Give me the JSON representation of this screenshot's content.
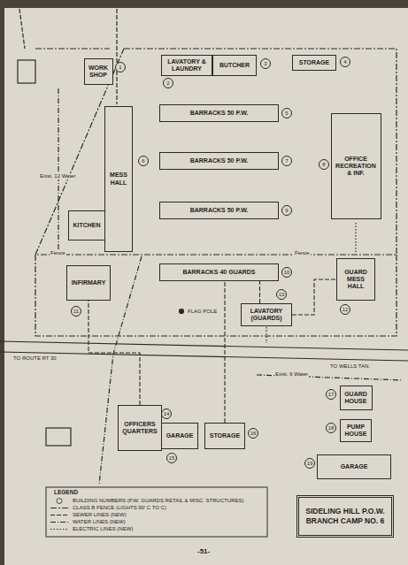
{
  "diagram": {
    "nodes": [
      {
        "text": [
          "WORK SHOP"
        ]
      },
      {
        "text": [
          "LAVATORY & LAUNDRY"
        ]
      },
      {
        "text": [
          "BUTCHER"
        ]
      },
      {
        "text": [
          "STORAGE"
        ]
      },
      {
        "text": [
          "BARRACKS 50 P.W."
        ]
      },
      {
        "text": [
          "MESS HALL"
        ]
      },
      {
        "text": [
          "KITCHEN"
        ]
      },
      {
        "text": [
          "BARRACKS 50 P.W."
        ]
      },
      {
        "text": [
          "OFFICE RECREATION & INF."
        ]
      },
      {
        "text": [
          "BARRACKS 50 P.W."
        ]
      },
      {
        "text": [
          "BARRACKS 40 GUARDS"
        ]
      },
      {
        "text": [
          "INFIRMARY"
        ]
      },
      {
        "text": [
          "GUARD MESS HALL"
        ]
      },
      {
        "text": [
          "LAVATORY (GUARDS)"
        ]
      },
      {
        "text": [
          "OFFICERS QUARTERS"
        ]
      },
      {
        "text": [
          "GARAGE"
        ]
      },
      {
        "text": [
          "STORAGE"
        ]
      },
      {
        "text": [
          "GUARD HOUSE"
        ]
      },
      {
        "text": [
          "PUMP HOUSE"
        ]
      },
      {
        "text": [
          "GARAGE"
        ]
      },
      {
        "text": [
          "SIDELING HILL P.O.W. BRANCH CAMP NO. 6"
        ]
      }
    ],
    "edges": [
      {
        "from": 13,
        "to": 10,
        "arrow": "none"
      },
      {
        "from": 13,
        "to": 12,
        "arrow": "none"
      },
      {
        "from": 14,
        "to": 11,
        "arrow": "none"
      },
      {
        "from": 16,
        "to": 10,
        "arrow": "none"
      }
    ],
    "labels": [
      "LEGEND",
      "Fence",
      "Fence",
      "FLAG POLE",
      "TO ROUTE RT 30",
      "TO WELLS TAN.",
      "Exist. 12 Water",
      "Exist. 6 Water",
      "-51-",
      "1",
      "2",
      "3",
      "4",
      "5",
      "6",
      "7",
      "8",
      "9",
      "10",
      "11",
      "12",
      "13",
      "14",
      "15",
      "16",
      "17",
      "18",
      "19"
    ],
    "legend": [
      {
        "text": "BUILDING NUMBERS (P.W. GUARDS RETAIL & MISC. STRUCTURES)"
      },
      {
        "text": "CLASS B FENCE (LIGHTS 90' C TO C)"
      },
      {
        "text": "SEWER LINES (NEW)"
      },
      {
        "text": "WATER LINES (NEW)"
      },
      {
        "text": "ELECTRIC LINES (NEW)"
      }
    ]
  }
}
